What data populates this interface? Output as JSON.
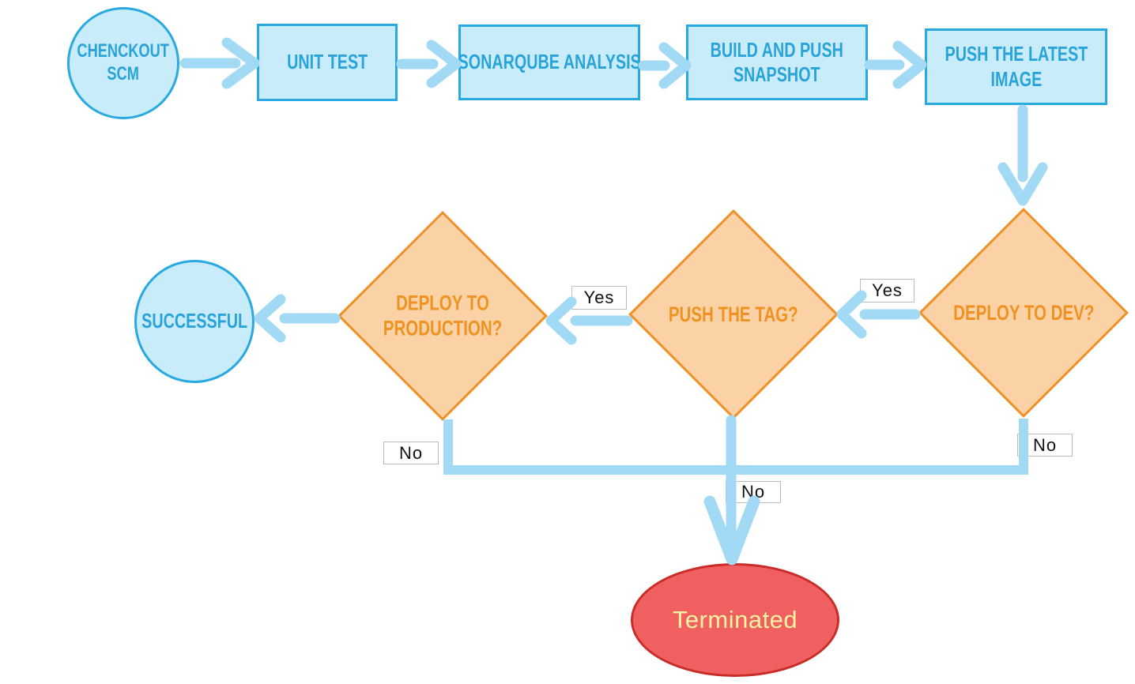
{
  "colors": {
    "canvas_bg": "#ffffff",
    "blue_fill": "#c8ecf9",
    "blue_border": "#29a9e1",
    "blue_text": "#29a3da",
    "arrow_blue": "#a2daf6",
    "orange_fill": "#fad2a6",
    "orange_border": "#f09026",
    "orange_text": "#ef9221",
    "red_fill": "#f16060",
    "red_border": "#ca2d28",
    "terminated_text": "#f8f2a2",
    "edge_label_border": "#bcbcbc",
    "edge_label_text": "#111111"
  },
  "nodes": {
    "checkout_scm": {
      "label": "CHENCKOUT\nSCM",
      "type": "start-circle"
    },
    "unit_test": {
      "label": "UNIT TEST",
      "type": "process"
    },
    "sonarqube_analysis": {
      "label": "SONARQUBE ANALYSIS",
      "type": "process"
    },
    "build_and_push_snapshot": {
      "label": "BUILD AND PUSH\nSNAPSHOT",
      "type": "process"
    },
    "push_the_latest_image": {
      "label": "PUSH THE LATEST\nIMAGE",
      "type": "process"
    },
    "deploy_to_dev": {
      "label": "DEPLOY TO DEV?",
      "type": "decision"
    },
    "push_the_tag": {
      "label": "PUSH THE TAG?",
      "type": "decision"
    },
    "deploy_to_production": {
      "label": "DEPLOY TO\nPRODUCTION?",
      "type": "decision"
    },
    "successful": {
      "label": "SUCCESSFUL",
      "type": "end-circle"
    },
    "terminated": {
      "label": "Terminated",
      "type": "end-ellipse"
    }
  },
  "edge_labels": {
    "dev_yes": "Yes",
    "tag_yes": "Yes",
    "dev_no": "No",
    "tag_no": "No",
    "prod_no": "No"
  }
}
